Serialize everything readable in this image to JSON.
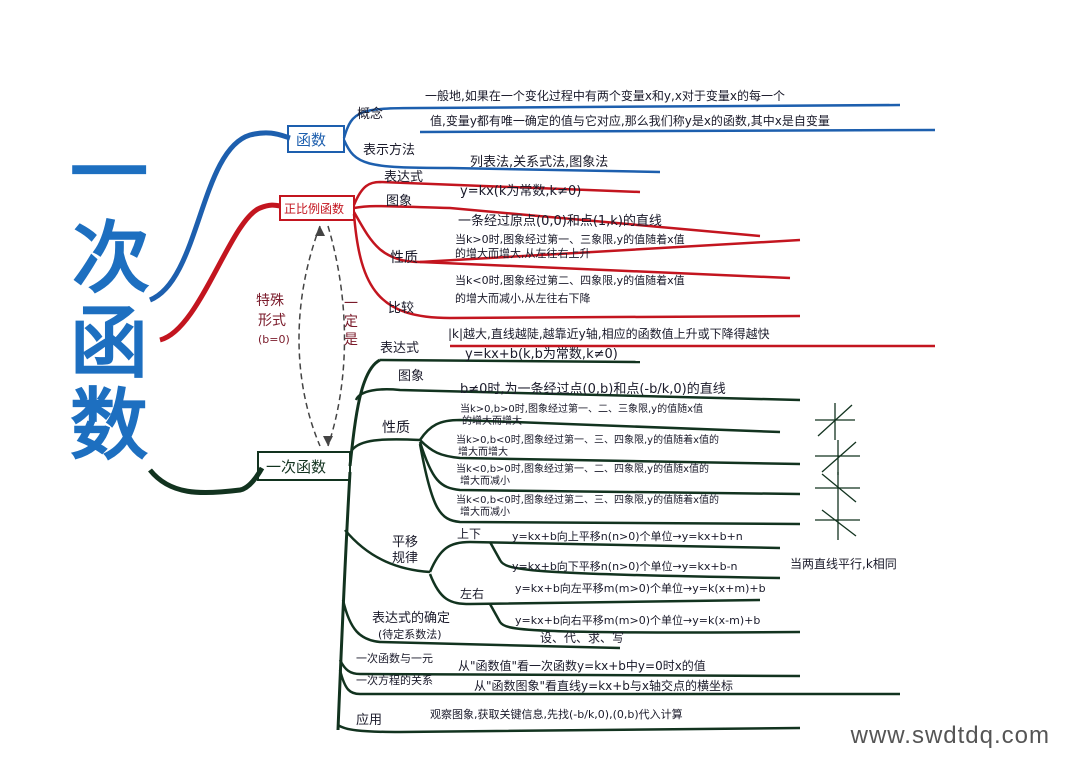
{
  "title_chars": [
    "一",
    "次",
    "函",
    "数"
  ],
  "branches": {
    "function": {
      "label": "函数",
      "concept_label": "概念",
      "concept_text_1": "一般地,如果在一个变化过程中有两个变量x和y,x对于变量x的每一个",
      "concept_text_2": "值,变量y都有唯一确定的值与它对应,那么我们称y是x的函数,其中x是自变量",
      "repr_label": "表示方法",
      "repr_text": "列表法,关系式法,图象法"
    },
    "proportional": {
      "label": "正比例函数",
      "expr_label": "表达式",
      "expr_text": "y=kx(k为常数,k≠0)",
      "graph_label": "图象",
      "graph_text": "一条经过原点(0,0)和点(1,k)的直线",
      "prop_label": "性质",
      "prop_text_1": "当k>0时,图象经过第一、三象限,y的值随着x值",
      "prop_text_2": "的增大而增大,从左往右上升",
      "prop_text_3": "当k<0时,图象经过第二、四象限,y的值随着x值",
      "prop_text_4": "的增大而减小,从左往右下降",
      "compare_label": "比较",
      "compare_text": "|k|越大,直线越陡,越靠近y轴,相应的函数值上升或下降得越快"
    },
    "links": {
      "special_1": "特殊",
      "special_2": "形式",
      "special_3": "(b=0)",
      "must_1": "一",
      "must_2": "定",
      "must_3": "是"
    },
    "linear": {
      "label": "一次函数",
      "expr_label": "表达式",
      "expr_text": "y=kx+b(k,b为常数,k≠0)",
      "graph_label": "图象",
      "graph_text": "b≠0时,为一条经过点(0,b)和点(-b/k,0)的直线",
      "prop_label": "性质",
      "prop_items": [
        "当k>0,b>0时,图象经过第一、二、三象限,y的值随x值",
        "的增大而增大",
        "当k>0,b<0时,图象经过第一、三、四象限,y的值随着x值的",
        "增大而增大",
        "当k<0,b>0时,图象经过第一、二、四象限,y的值随x值的",
        "增大而减小",
        "当k<0,b<0时,图象经过第二、三、四象限,y的值随着x值的",
        "增大而减小"
      ],
      "shift_label_1": "平移",
      "shift_label_2": "规律",
      "updown_label": "上下",
      "up_text": "y=kx+b向上平移n(n>0)个单位→y=kx+b+n",
      "down_text": "y=kx+b向下平移n(n>0)个单位→y=kx+b-n",
      "leftright_label": "左右",
      "left_text": "y=kx+b向左平移m(m>0)个单位→y=k(x+m)+b",
      "right_text": "y=kx+b向右平移m(m>0)个单位→y=k(x-m)+b",
      "parallel_note": "当两直线平行,k相同",
      "determine_label_1": "表达式的确定",
      "determine_label_2": "(待定系数法)",
      "determine_text": "设、代、求、写",
      "relation_label_1": "一次函数与一元",
      "relation_label_2": "一次方程的关系",
      "relation_text_1": "从\"函数值\"看一次函数y=kx+b中y=0时x的值",
      "relation_text_2": "从\"函数图象\"看直线y=kx+b与x轴交点的横坐标",
      "apply_label": "应用",
      "apply_text": "观察图象,获取关键信息,先找(-b/k,0),(0,b)代入计算"
    }
  },
  "watermark": "www.swdtdq.com",
  "colors": {
    "blue": "#1d5fae",
    "red": "#c3151f",
    "green": "#12331f",
    "title": "#1d6fc0"
  }
}
